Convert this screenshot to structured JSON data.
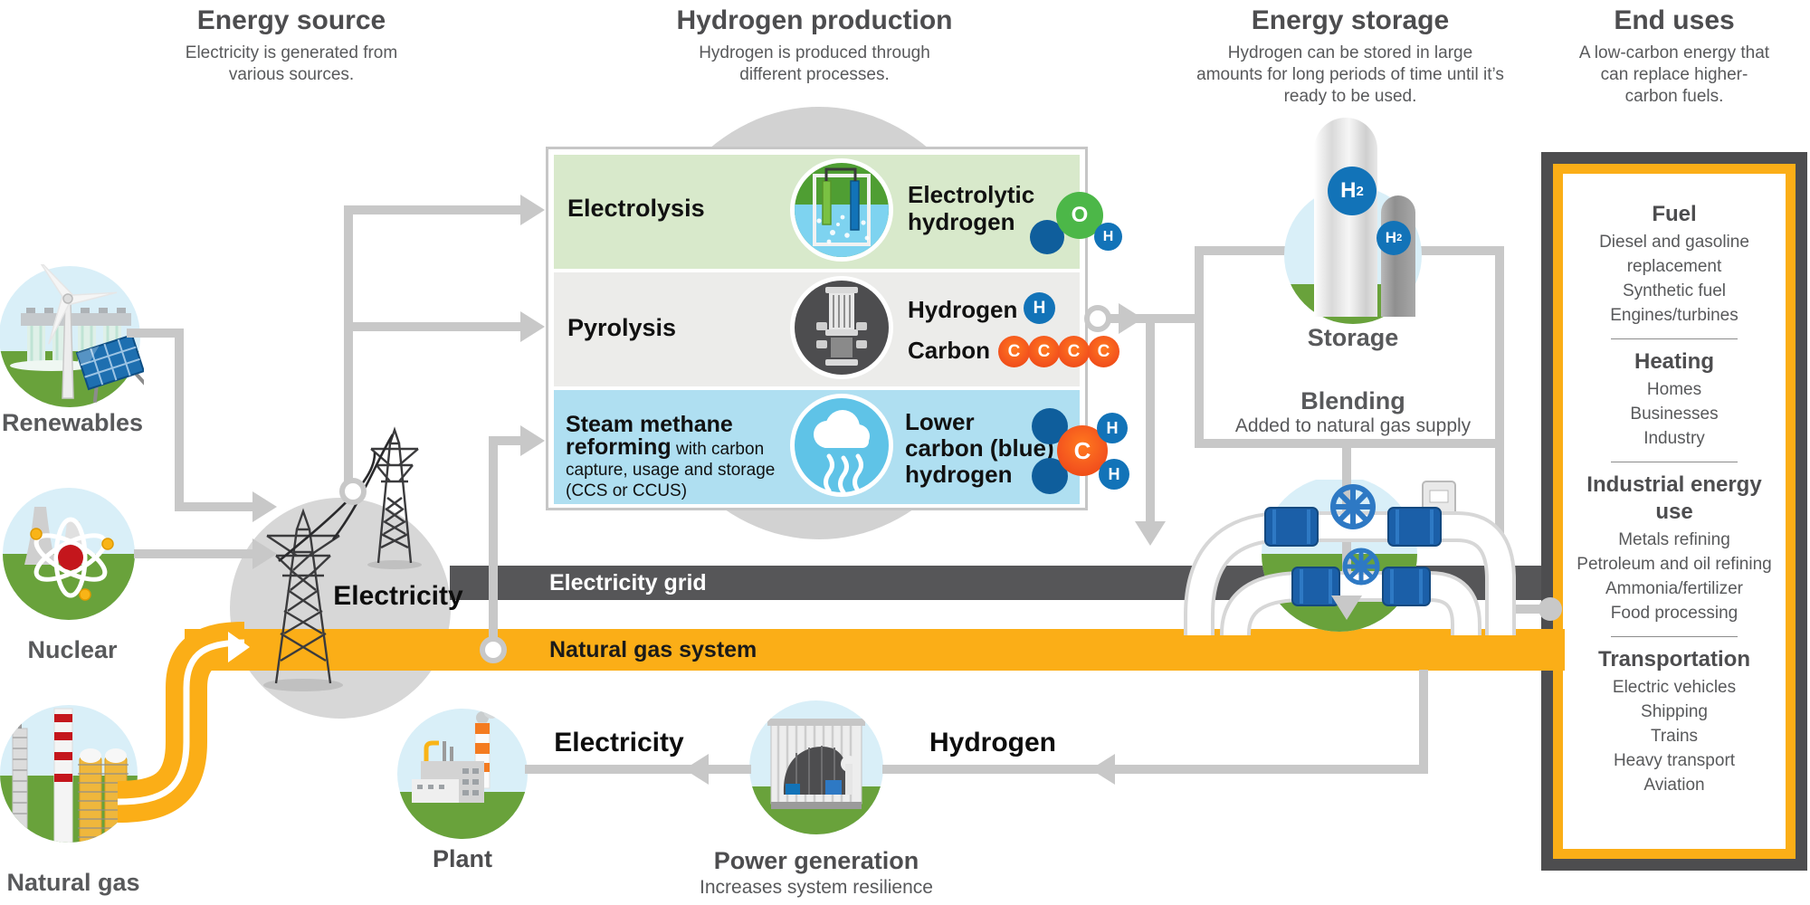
{
  "columns": [
    {
      "title": "Energy source",
      "subtitle": "Electricity is generated from various sources."
    },
    {
      "title": "Hydrogen production",
      "subtitle": "Hydrogen is produced through different processes."
    },
    {
      "title": "Energy storage",
      "subtitle": "Hydrogen can be stored in large amounts for long periods of time until it’s ready to be used."
    },
    {
      "title": "End uses",
      "subtitle": "A low-carbon energy that can replace higher-carbon fuels."
    }
  ],
  "sources": {
    "renewables": "Renewables",
    "nuclear": "Nuclear",
    "natural_gas": "Natural gas"
  },
  "hub": {
    "label": "Electricity"
  },
  "bands": {
    "electricity_grid": "Electricity grid",
    "natural_gas_system": "Natural gas system"
  },
  "production": {
    "rows": [
      {
        "process": "Electrolysis",
        "output_lines": [
          "Electrolytic",
          "hydrogen"
        ],
        "molecule": {
          "o": "O",
          "h": "H"
        }
      },
      {
        "process": "Pyrolysis",
        "hydrogen_label": "Hydrogen",
        "hydrogen_badge": "H",
        "carbon_label": "Carbon",
        "carbon_badges": [
          "C",
          "C",
          "C",
          "C"
        ]
      },
      {
        "process_bold": "Steam methane reforming",
        "process_rest": "with carbon capture, usage and storage (CCS or CCUS)",
        "output_lines": [
          "Lower",
          "carbon (blue)",
          "hydrogen"
        ],
        "molecule": {
          "c": "C",
          "h": "H"
        }
      }
    ]
  },
  "storage": {
    "label": "Storage",
    "tank_badge": {
      "element": "H",
      "subscript": "2"
    },
    "blending": {
      "title": "Blending",
      "subtitle": "Added to natural gas supply"
    }
  },
  "power": {
    "plant_label": "Plant",
    "electricity_flow": "Electricity",
    "generation_label": "Power generation",
    "generation_subtitle": "Increases system resilience",
    "hydrogen_flow": "Hydrogen"
  },
  "end_uses": {
    "groups": [
      {
        "heading": "Fuel",
        "items": [
          "Diesel and gasoline replacement",
          "Synthetic fuel",
          "Engines/turbines"
        ]
      },
      {
        "heading": "Heating",
        "items": [
          "Homes",
          "Businesses",
          "Industry"
        ]
      },
      {
        "heading": "Industrial energy use",
        "items": [
          "Metals refining",
          "Petroleum and oil refining",
          "Ammonia/fertilizer",
          "Food processing"
        ]
      },
      {
        "heading": "Transportation",
        "items": [
          "Electric vehicles",
          "Shipping",
          "Trains",
          "Heavy transport",
          "Aviation"
        ]
      }
    ]
  },
  "colors": {
    "accent_yellow": "#FBAE17",
    "grid_band": "#565658",
    "heading_text": "#4D4D4F",
    "body_text": "#58595B",
    "connector": "#C8C8C8",
    "hydrogen_blue": "#1273B8",
    "carbon_orange": "#F4551E",
    "oxygen_green": "#4CB748",
    "row_green": "#D8E9CB",
    "row_gray": "#ECECEA",
    "row_blue": "#AFDFF1"
  }
}
